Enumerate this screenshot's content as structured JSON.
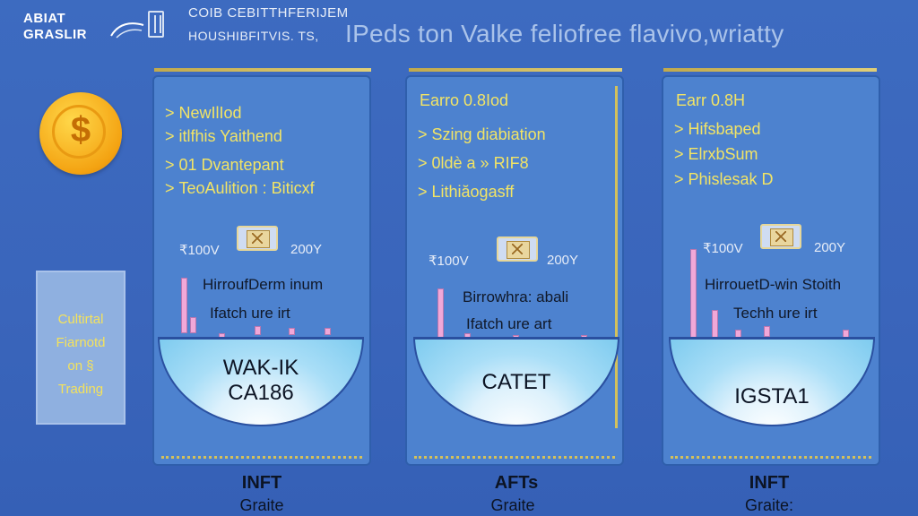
{
  "header": {
    "logo_line_1": "ABIAT",
    "logo_line_2": "GRASLIR",
    "small_line_1": "COIB CEBITTHFERIJEM",
    "small_line_2": "HOUSHIBFITVIS. TS,",
    "big_title": "IPeds ton Valke feliofree flavivo,wriatty"
  },
  "side_panel": {
    "lines": [
      "Cultirtal",
      "Fiarnotd",
      "on §",
      "Trading"
    ]
  },
  "cards": [
    {
      "earn": "",
      "bullets": [
        "NewIlIod",
        "itlfhis Yaithend",
        "01 Dvantepant",
        "TeoAulition : Biticxf"
      ],
      "range_left": "₹100V",
      "range_right": "200Y",
      "tech_line_1": "HirroufDerm inum",
      "tech_line_2": "Ifatch ure irt",
      "bowl_lines": [
        "WAK-IK",
        "CA186"
      ],
      "title": "INFT",
      "subtitle": "Graite"
    },
    {
      "earn": "Earro 0.8Iod",
      "bullets": [
        "Szing diabiation",
        "0ldè a » RIF8",
        "Lithiăogasff"
      ],
      "range_left": "₹100V",
      "range_right": "200Y",
      "tech_line_1": "Birrowhra: abali",
      "tech_line_2": "Ifatch ure art",
      "bowl_lines": [
        "CATET"
      ],
      "title": "AFTs",
      "subtitle": "Graite"
    },
    {
      "earn": "Earr 0.8H",
      "bullets": [
        "Hifsbaped",
        "ElrxbSum",
        "Phislesak D"
      ],
      "range_left": "₹100V",
      "range_right": "200Y",
      "tech_line_1": "HirrouetD-win Stoith",
      "tech_line_2": "Techh ure irt",
      "bowl_lines": [
        "IGSTA1"
      ],
      "title": "INFT",
      "subtitle": "Graite:"
    }
  ],
  "colors": {
    "background": "#3a65bb",
    "card": "#4d82cf",
    "accent_yellow": "#f2e465",
    "bar_pink": "#f1a8d8",
    "bowl_blue": "#7ecbef"
  }
}
